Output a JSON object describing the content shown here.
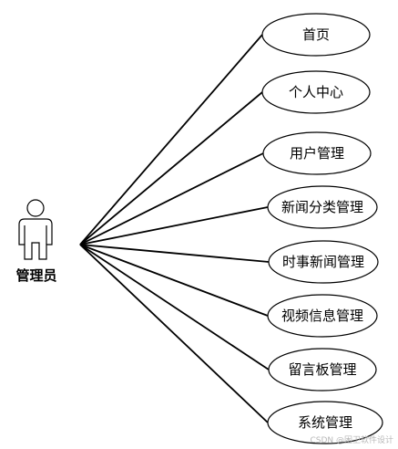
{
  "actor": {
    "label": "管理员",
    "icon": "stick-figure-actor-icon"
  },
  "use_cases": [
    {
      "label": "首页"
    },
    {
      "label": "个人中心"
    },
    {
      "label": "用户管理"
    },
    {
      "label": "新闻分类管理"
    },
    {
      "label": "时事新闻管理"
    },
    {
      "label": "视频信息管理"
    },
    {
      "label": "留言板管理"
    },
    {
      "label": "系统管理"
    }
  ],
  "watermark": "CSDN @困卫软件设计",
  "colors": {
    "stroke": "#000000",
    "background": "#ffffff",
    "watermark": "#b8b8b8"
  }
}
